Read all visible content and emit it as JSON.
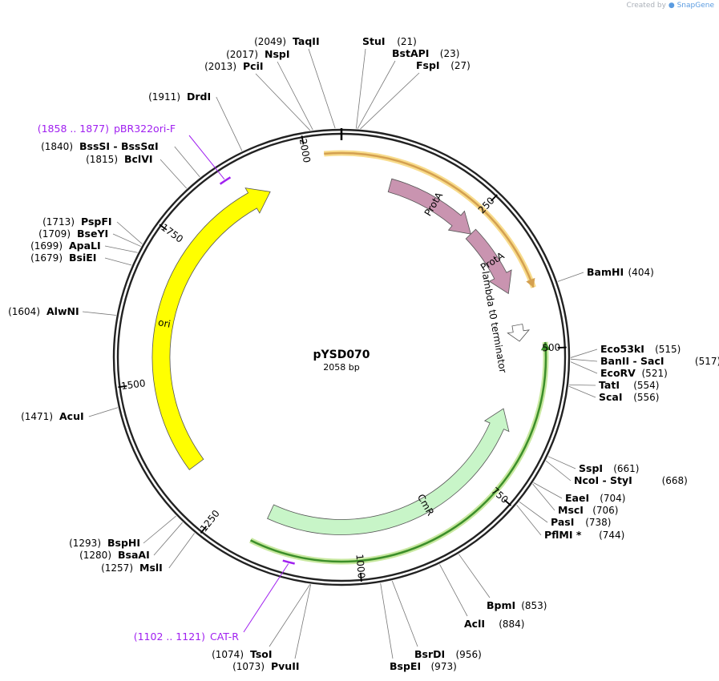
{
  "credit": {
    "prefix": "Created by",
    "brand": "SnapGene"
  },
  "plasmid": {
    "name": "pYSD070",
    "length_label": "2058 bp",
    "length": 2058
  },
  "ticks": [
    {
      "bp": 250,
      "label": "250"
    },
    {
      "bp": 500,
      "label": "500"
    },
    {
      "bp": 750,
      "label": "750"
    },
    {
      "bp": 1000,
      "label": "1000"
    },
    {
      "bp": 1250,
      "label": "1250"
    },
    {
      "bp": 1500,
      "label": "1500"
    },
    {
      "bp": 1750,
      "label": "1750"
    },
    {
      "bp": 2000,
      "label": "2000"
    }
  ],
  "sites": [
    {
      "id": "taqii",
      "name": "TaqII",
      "pos": "(2049)",
      "bp": 2049,
      "side": "left"
    },
    {
      "id": "nspi",
      "name": "NspI",
      "pos": "(2017)",
      "bp": 2017,
      "side": "left"
    },
    {
      "id": "pcii",
      "name": "PciI",
      "pos": "(2013)",
      "bp": 2013,
      "side": "left"
    },
    {
      "id": "drdi",
      "name": "DrdI",
      "pos": "(1911)",
      "bp": 1911,
      "side": "left"
    },
    {
      "id": "bsssi",
      "name": "BssSI",
      "name2": "BssSαI",
      "pos": "(1840)",
      "bp": 1840,
      "side": "left"
    },
    {
      "id": "bclvi",
      "name": "BclVI",
      "pos": "(1815)",
      "bp": 1815,
      "side": "left"
    },
    {
      "id": "pspfi",
      "name": "PspFI",
      "pos": "(1713)",
      "bp": 1713,
      "side": "left"
    },
    {
      "id": "bseyi",
      "name": "BseYI",
      "pos": "(1709)",
      "bp": 1709,
      "side": "left"
    },
    {
      "id": "apali",
      "name": "ApaLI",
      "pos": "(1699)",
      "bp": 1699,
      "side": "left"
    },
    {
      "id": "bsiei",
      "name": "BsiEI",
      "pos": "(1679)",
      "bp": 1679,
      "side": "left"
    },
    {
      "id": "alwni",
      "name": "AlwNI",
      "pos": "(1604)",
      "bp": 1604,
      "side": "left"
    },
    {
      "id": "acui",
      "name": "AcuI",
      "pos": "(1471)",
      "bp": 1471,
      "side": "left"
    },
    {
      "id": "bsphi",
      "name": "BspHI",
      "pos": "(1293)",
      "bp": 1293,
      "side": "left"
    },
    {
      "id": "bsaai",
      "name": "BsaAI",
      "pos": "(1280)",
      "bp": 1280,
      "side": "left"
    },
    {
      "id": "msii",
      "name": "MslI",
      "pos": "(1257)",
      "bp": 1257,
      "side": "left"
    },
    {
      "id": "tsoi",
      "name": "TsoI",
      "pos": "(1074)",
      "bp": 1074,
      "side": "left"
    },
    {
      "id": "pvuii",
      "name": "PvuII",
      "pos": "(1073)",
      "bp": 1073,
      "side": "left"
    },
    {
      "id": "stui",
      "name": "StuI",
      "pos": "(21)",
      "bp": 21,
      "side": "right"
    },
    {
      "id": "bstapi",
      "name": "BstAPI",
      "pos": "(23)",
      "bp": 23,
      "side": "right"
    },
    {
      "id": "fspi",
      "name": "FspI",
      "pos": "(27)",
      "bp": 27,
      "side": "right"
    },
    {
      "id": "bamhi",
      "name": "BamHI",
      "pos": "(404)",
      "bp": 404,
      "side": "right"
    },
    {
      "id": "eco53ki",
      "name": "Eco53kI",
      "pos": "(515)",
      "bp": 515,
      "side": "right"
    },
    {
      "id": "banii",
      "name": "BanII",
      "name2": "SacI",
      "pos": "(517)",
      "bp": 517,
      "side": "right"
    },
    {
      "id": "ecorv",
      "name": "EcoRV",
      "pos": "(521)",
      "bp": 521,
      "side": "right"
    },
    {
      "id": "tati",
      "name": "TatI",
      "pos": "(554)",
      "bp": 554,
      "side": "right"
    },
    {
      "id": "scai",
      "name": "ScaI",
      "pos": "(556)",
      "bp": 556,
      "side": "right"
    },
    {
      "id": "sspi",
      "name": "SspI",
      "pos": "(661)",
      "bp": 661,
      "side": "right"
    },
    {
      "id": "ncoi",
      "name": "NcoI",
      "name2": "StyI",
      "pos": "(668)",
      "bp": 668,
      "side": "right"
    },
    {
      "id": "eaei",
      "name": "EaeI",
      "pos": "(704)",
      "bp": 704,
      "side": "right"
    },
    {
      "id": "msci",
      "name": "MscI",
      "pos": "(706)",
      "bp": 706,
      "side": "right"
    },
    {
      "id": "pasi",
      "name": "PasI",
      "pos": "(738)",
      "bp": 738,
      "side": "right"
    },
    {
      "id": "pflmi",
      "name": "PflMI *",
      "pos": "(744)",
      "bp": 744,
      "side": "right"
    },
    {
      "id": "bpmi",
      "name": "BpmI",
      "pos": "(853)",
      "bp": 853,
      "side": "right"
    },
    {
      "id": "acli",
      "name": "AclI",
      "pos": "(884)",
      "bp": 884,
      "side": "right"
    },
    {
      "id": "bsrdi",
      "name": "BsrDI",
      "pos": "(956)",
      "bp": 956,
      "side": "right"
    },
    {
      "id": "bspei",
      "name": "BspEI",
      "pos": "(973)",
      "bp": 973,
      "side": "right"
    }
  ],
  "primers": [
    {
      "id": "pbr322ori-f",
      "range": "(1858 .. 1877)",
      "name": "pBR322ori-F",
      "start": 1858,
      "end": 1877,
      "color": "#a020f0"
    },
    {
      "id": "cat-r",
      "range": "(1102 .. 1121)",
      "name": "CAT-R",
      "start": 1102,
      "end": 1121,
      "color": "#a020f0"
    }
  ],
  "features": [
    {
      "id": "prota-1",
      "name": "ProtA",
      "start": 90,
      "end": 265,
      "color": "#c994b0",
      "direction": "cw"
    },
    {
      "id": "prota-2",
      "name": "ProtA",
      "start": 265,
      "end": 395,
      "color": "#c994b0",
      "direction": "cw"
    },
    {
      "id": "lambda-t0",
      "name": "lambda t0 terminator",
      "start": 455,
      "end": 485,
      "color": "#ffffff",
      "direction": "cw"
    },
    {
      "id": "cmr",
      "name": "CmR",
      "start": 615,
      "end": 1170,
      "color": "#c8f5c8",
      "direction": "ccw"
    },
    {
      "id": "ori",
      "name": "ori",
      "start": 1335,
      "end": 1925,
      "color": "#ffff00",
      "direction": "cw"
    }
  ],
  "colors": {
    "orange_arc": "#d4a050",
    "orange_glow": "#f8dc8c",
    "green_arc": "#3c8f2a",
    "green_glow": "#c8e8a0",
    "backbone": "#222222"
  }
}
